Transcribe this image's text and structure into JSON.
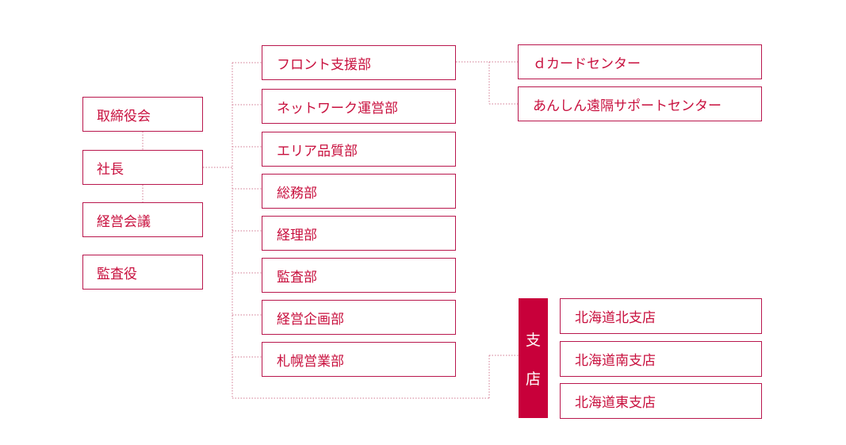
{
  "executive": {
    "board": "取締役会",
    "president": "社長",
    "management_meeting": "経営会議",
    "auditor": "監査役"
  },
  "departments": [
    "フロント支援部",
    "ネットワーク運営部",
    "エリア品質部",
    "総務部",
    "経理部",
    "監査部",
    "経営企画部",
    "札幌営業部"
  ],
  "front_support_centers": [
    "ｄカードセンター",
    "あんしん遠隔サポートセンター"
  ],
  "branch_group": {
    "label_top": "支",
    "label_bottom": "店",
    "branches": [
      "北海道北支店",
      "北海道南支店",
      "北海道東支店"
    ]
  },
  "colors": {
    "accent": "#c8003a",
    "border": "#b9174d",
    "connector": "#d27a92"
  }
}
